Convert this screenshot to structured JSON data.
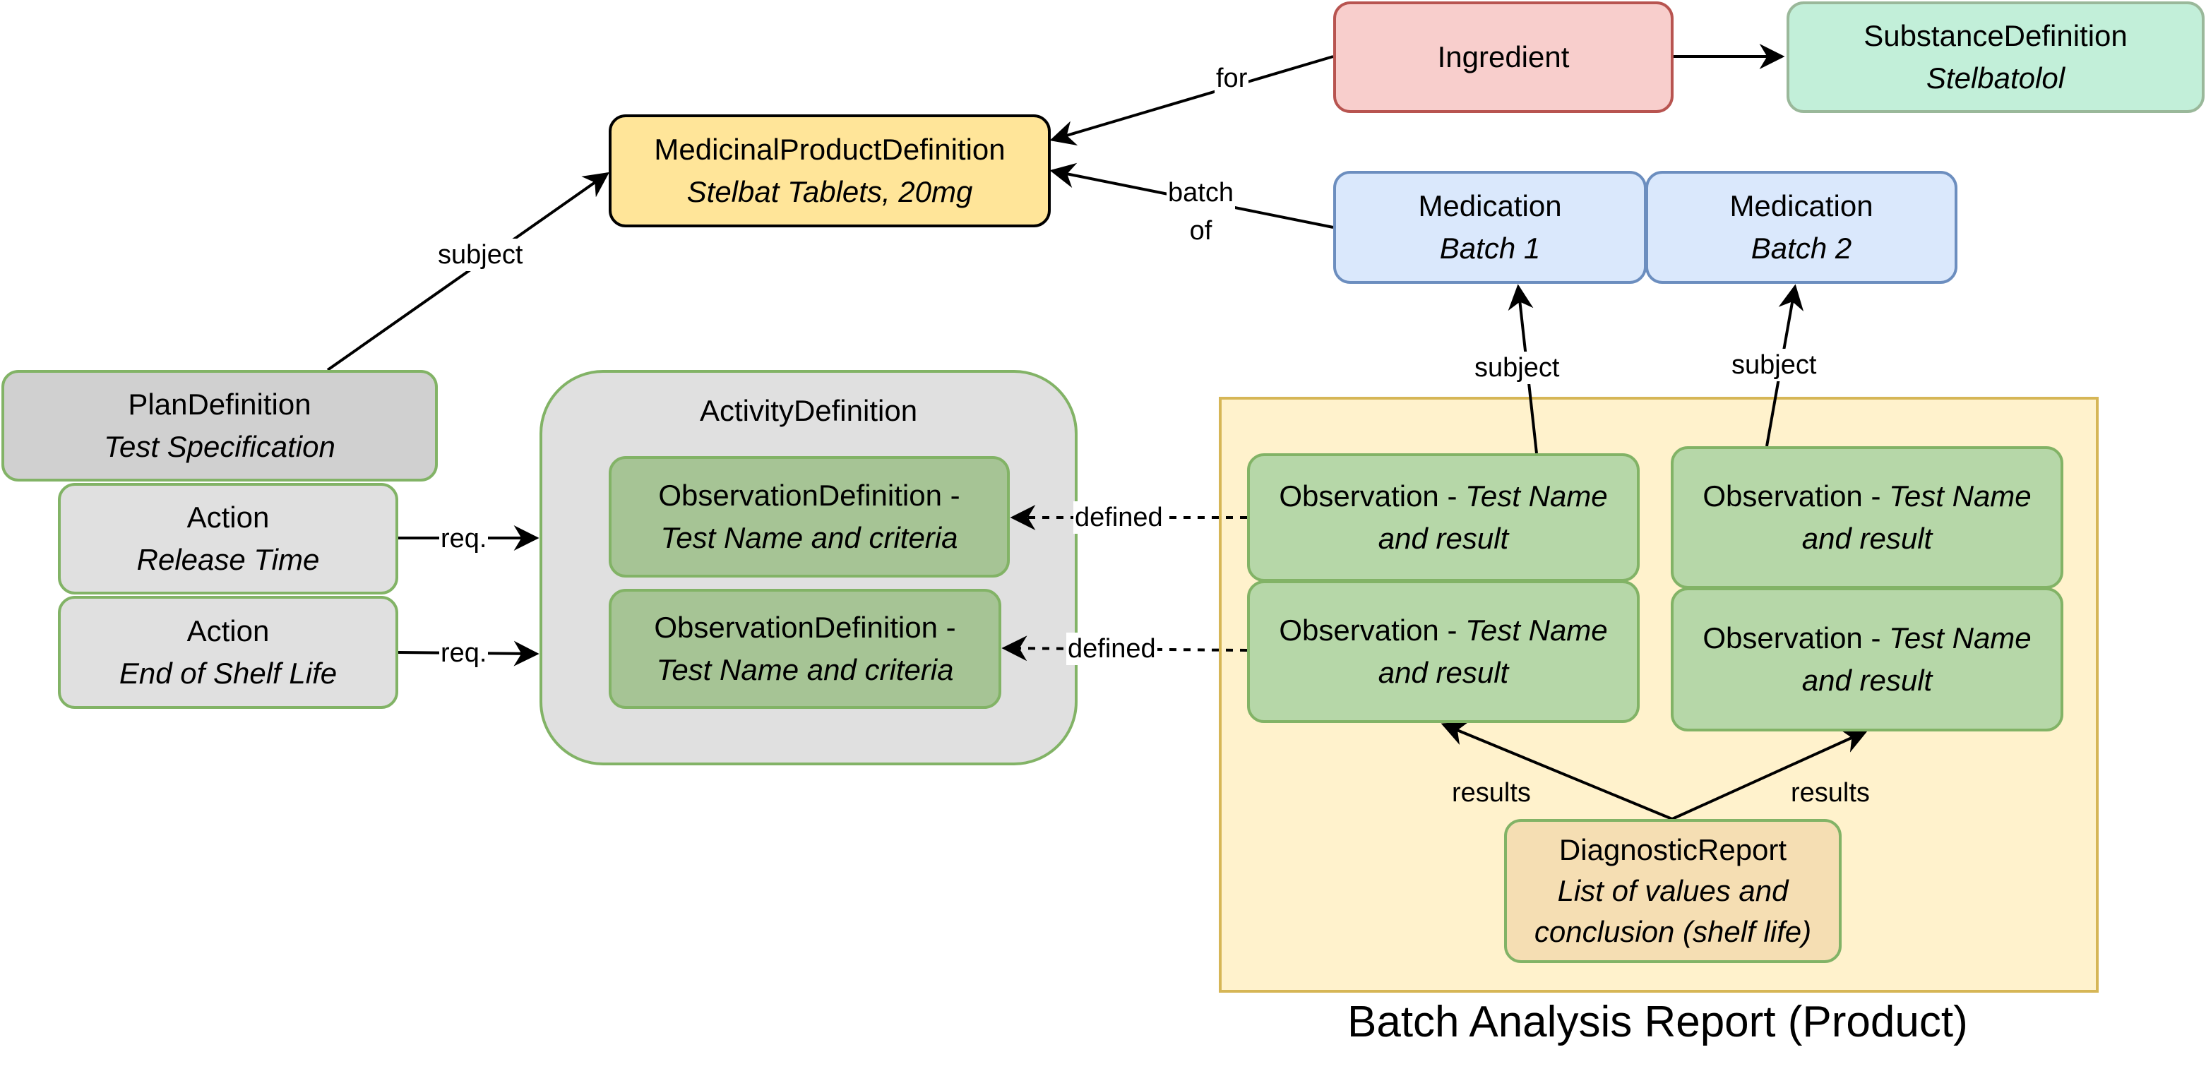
{
  "nodes": {
    "ingredient": {
      "title": "Ingredient"
    },
    "substance": {
      "title": "SubstanceDefinition",
      "subtitle": "Stelbatolol"
    },
    "medicinal_product": {
      "title": "MedicinalProductDefinition",
      "subtitle": "Stelbat Tablets, 20mg"
    },
    "medication_batch1": {
      "title": "Medication",
      "subtitle": "Batch 1"
    },
    "medication_batch2": {
      "title": "Medication",
      "subtitle": "Batch 2"
    },
    "plan_definition": {
      "title": "PlanDefinition",
      "subtitle": "Test Specification"
    },
    "action_release": {
      "title": "Action",
      "subtitle": "Release Time"
    },
    "action_shelf": {
      "title": "Action",
      "subtitle": "End of Shelf Life"
    },
    "activity_definition": {
      "title": "ActivityDefinition"
    },
    "obs_def_1": {
      "title": "ObservationDefinition -",
      "subtitle": "Test Name and criteria"
    },
    "obs_def_2": {
      "title": "ObservationDefinition -",
      "subtitle": "Test Name and criteria"
    },
    "observations": [
      {
        "title": "Observation - ",
        "title_italic": "Test Name",
        "subtitle": "and result"
      },
      {
        "title": "Observation - ",
        "title_italic": "Test Name",
        "subtitle": "and result"
      },
      {
        "title": "Observation - ",
        "title_italic": "Test Name",
        "subtitle": "and result"
      },
      {
        "title": "Observation - ",
        "title_italic": "Test Name",
        "subtitle": "and result"
      }
    ],
    "diagnostic_report": {
      "title": "DiagnosticReport",
      "subtitle_line1": "List of values and",
      "subtitle_line2": "conclusion (shelf life)"
    }
  },
  "group": {
    "title": "Batch Analysis Report (Product)"
  },
  "edges": {
    "for": "for",
    "batch_of_line1": "batch",
    "batch_of_line2": "of",
    "subject_plan": "subject",
    "subject_batch1": "subject",
    "subject_batch2": "subject",
    "req_1": "req.",
    "req_2": "req.",
    "defined_1": "defined",
    "defined_2": "defined",
    "results_1": "results",
    "results_2": "results"
  },
  "colors": {
    "ingredient_fill": "#f8cecc",
    "ingredient_stroke": "#b85450",
    "substance_fill": "#c2efd9",
    "substance_stroke": "#9ab89a",
    "product_fill": "#ffe599",
    "product_stroke": "#000000",
    "medication_fill": "#dae8fc",
    "medication_stroke": "#6c8ebf",
    "plan_fill": "#d0d0d0",
    "action_fill": "#e0e0e0",
    "green_stroke": "#82b366",
    "obsdef_fill": "#a6c495",
    "observation_fill": "#b6d7a8",
    "group_fill": "#fff2cc",
    "group_stroke": "#d6b656",
    "report_fill": "#f5deb3"
  }
}
